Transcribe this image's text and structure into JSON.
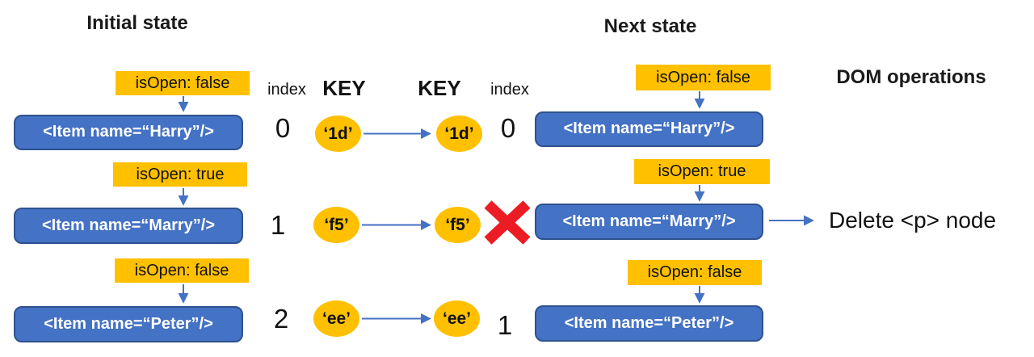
{
  "titles": {
    "initial_state": "Initial state",
    "next_state": "Next state",
    "dom_operations": "DOM operations"
  },
  "labels": {
    "index_left": "index",
    "key_left": "KEY",
    "key_right": "KEY",
    "index_right": "index"
  },
  "initial": {
    "rows": [
      {
        "state": "isOpen: false",
        "item": "<Item name=“Harry”/>",
        "index": "0",
        "key": "‘1d’"
      },
      {
        "state": "isOpen: true",
        "item": "<Item name=“Marry”/>",
        "index": "1",
        "key": "‘f5’"
      },
      {
        "state": "isOpen: false",
        "item": "<Item name=“Peter”/>",
        "index": "2",
        "key": "‘ee’"
      }
    ]
  },
  "next": {
    "rows": [
      {
        "state": "isOpen: false",
        "item": "<Item name=“Harry”/>",
        "index": "0",
        "key": "‘1d’"
      },
      {
        "state": "isOpen: true",
        "item": "<Item name=“Marry”/>",
        "index": "",
        "key": "‘f5’"
      },
      {
        "state": "isOpen: false",
        "item": "<Item name=“Peter”/>",
        "index": "1",
        "key": "‘ee’"
      }
    ]
  },
  "operations": {
    "delete_note": "Delete <p> node"
  },
  "icons": {
    "delete_marker": "red-x-icon",
    "match_arrow": "right-arrow-icon",
    "state_arrow": "down-arrow-icon"
  },
  "colors": {
    "state_box": "#FFC000",
    "item_box_fill": "#4472C4",
    "item_box_border": "#2F528F",
    "arrow": "#4472C4",
    "delete_x": "#EC1C24"
  }
}
